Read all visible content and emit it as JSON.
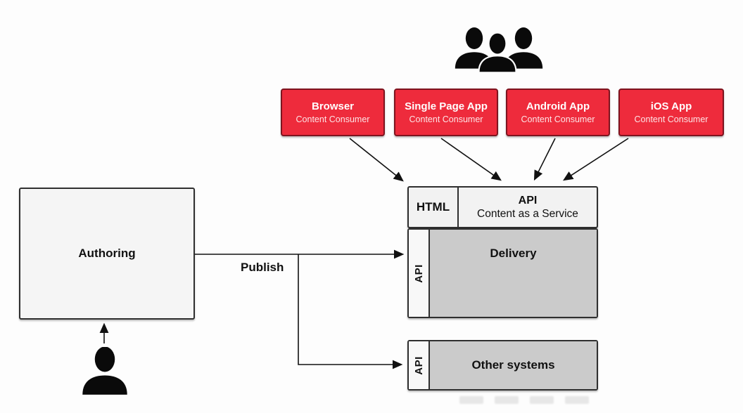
{
  "consumers": [
    {
      "title": "Browser",
      "subtitle": "Content Consumer"
    },
    {
      "title": "Single Page App",
      "subtitle": "Content Consumer"
    },
    {
      "title": "Android App",
      "subtitle": "Content Consumer"
    },
    {
      "title": "iOS App",
      "subtitle": "Content Consumer"
    }
  ],
  "caas": {
    "html_label": "HTML",
    "api_label": "API",
    "api_subtitle": "Content as a Service"
  },
  "delivery": {
    "api_label": "API",
    "label": "Delivery"
  },
  "other_systems": {
    "api_label": "API",
    "label": "Other systems"
  },
  "authoring": {
    "label": "Authoring"
  },
  "publish": {
    "label": "Publish"
  },
  "icons": [
    "users-group-icon",
    "user-icon"
  ],
  "colors": {
    "consumer_fill": "#ee2b3c",
    "consumer_border": "#7e141f",
    "panel_fill": "#f2f2f2",
    "api_strip_fill": "#f8f8f8",
    "gray_fill": "#cbcbcb",
    "box_border": "#2f2f2f",
    "line": "#111111",
    "background": "#fdfdfd"
  }
}
